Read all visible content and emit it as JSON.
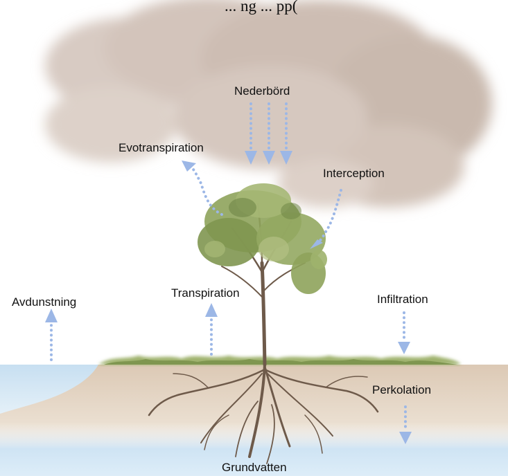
{
  "title": "... ng ... pp(",
  "labels": {
    "nederbord": "Nederbörd",
    "evotranspiration": "Evotranspiration",
    "interception": "Interception",
    "avdunstning": "Avdunstning",
    "transpiration": "Transpiration",
    "infiltration": "Infiltration",
    "perkolation": "Perkolation",
    "grundvatten": "Grundvatten"
  },
  "colors": {
    "arrow": "#9cb7e6",
    "cloud": "#c9bab2",
    "water": "#cfe3f3",
    "soil": "#e8dccd",
    "foliage": "#8da25a",
    "trunk": "#6e5a4a"
  }
}
